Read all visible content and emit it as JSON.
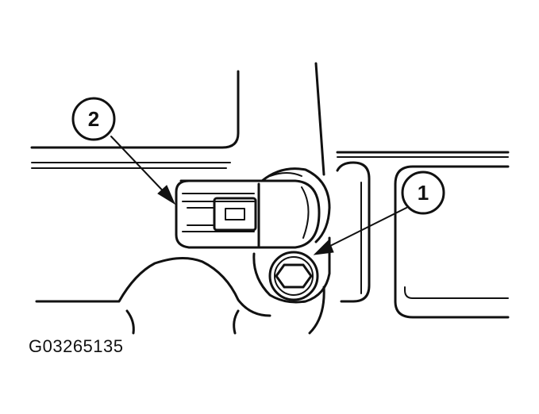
{
  "callouts": [
    {
      "number": "1",
      "target": "sensor-bolt"
    },
    {
      "number": "2",
      "target": "sensor-connector"
    }
  ],
  "figure_id": "G03265135"
}
